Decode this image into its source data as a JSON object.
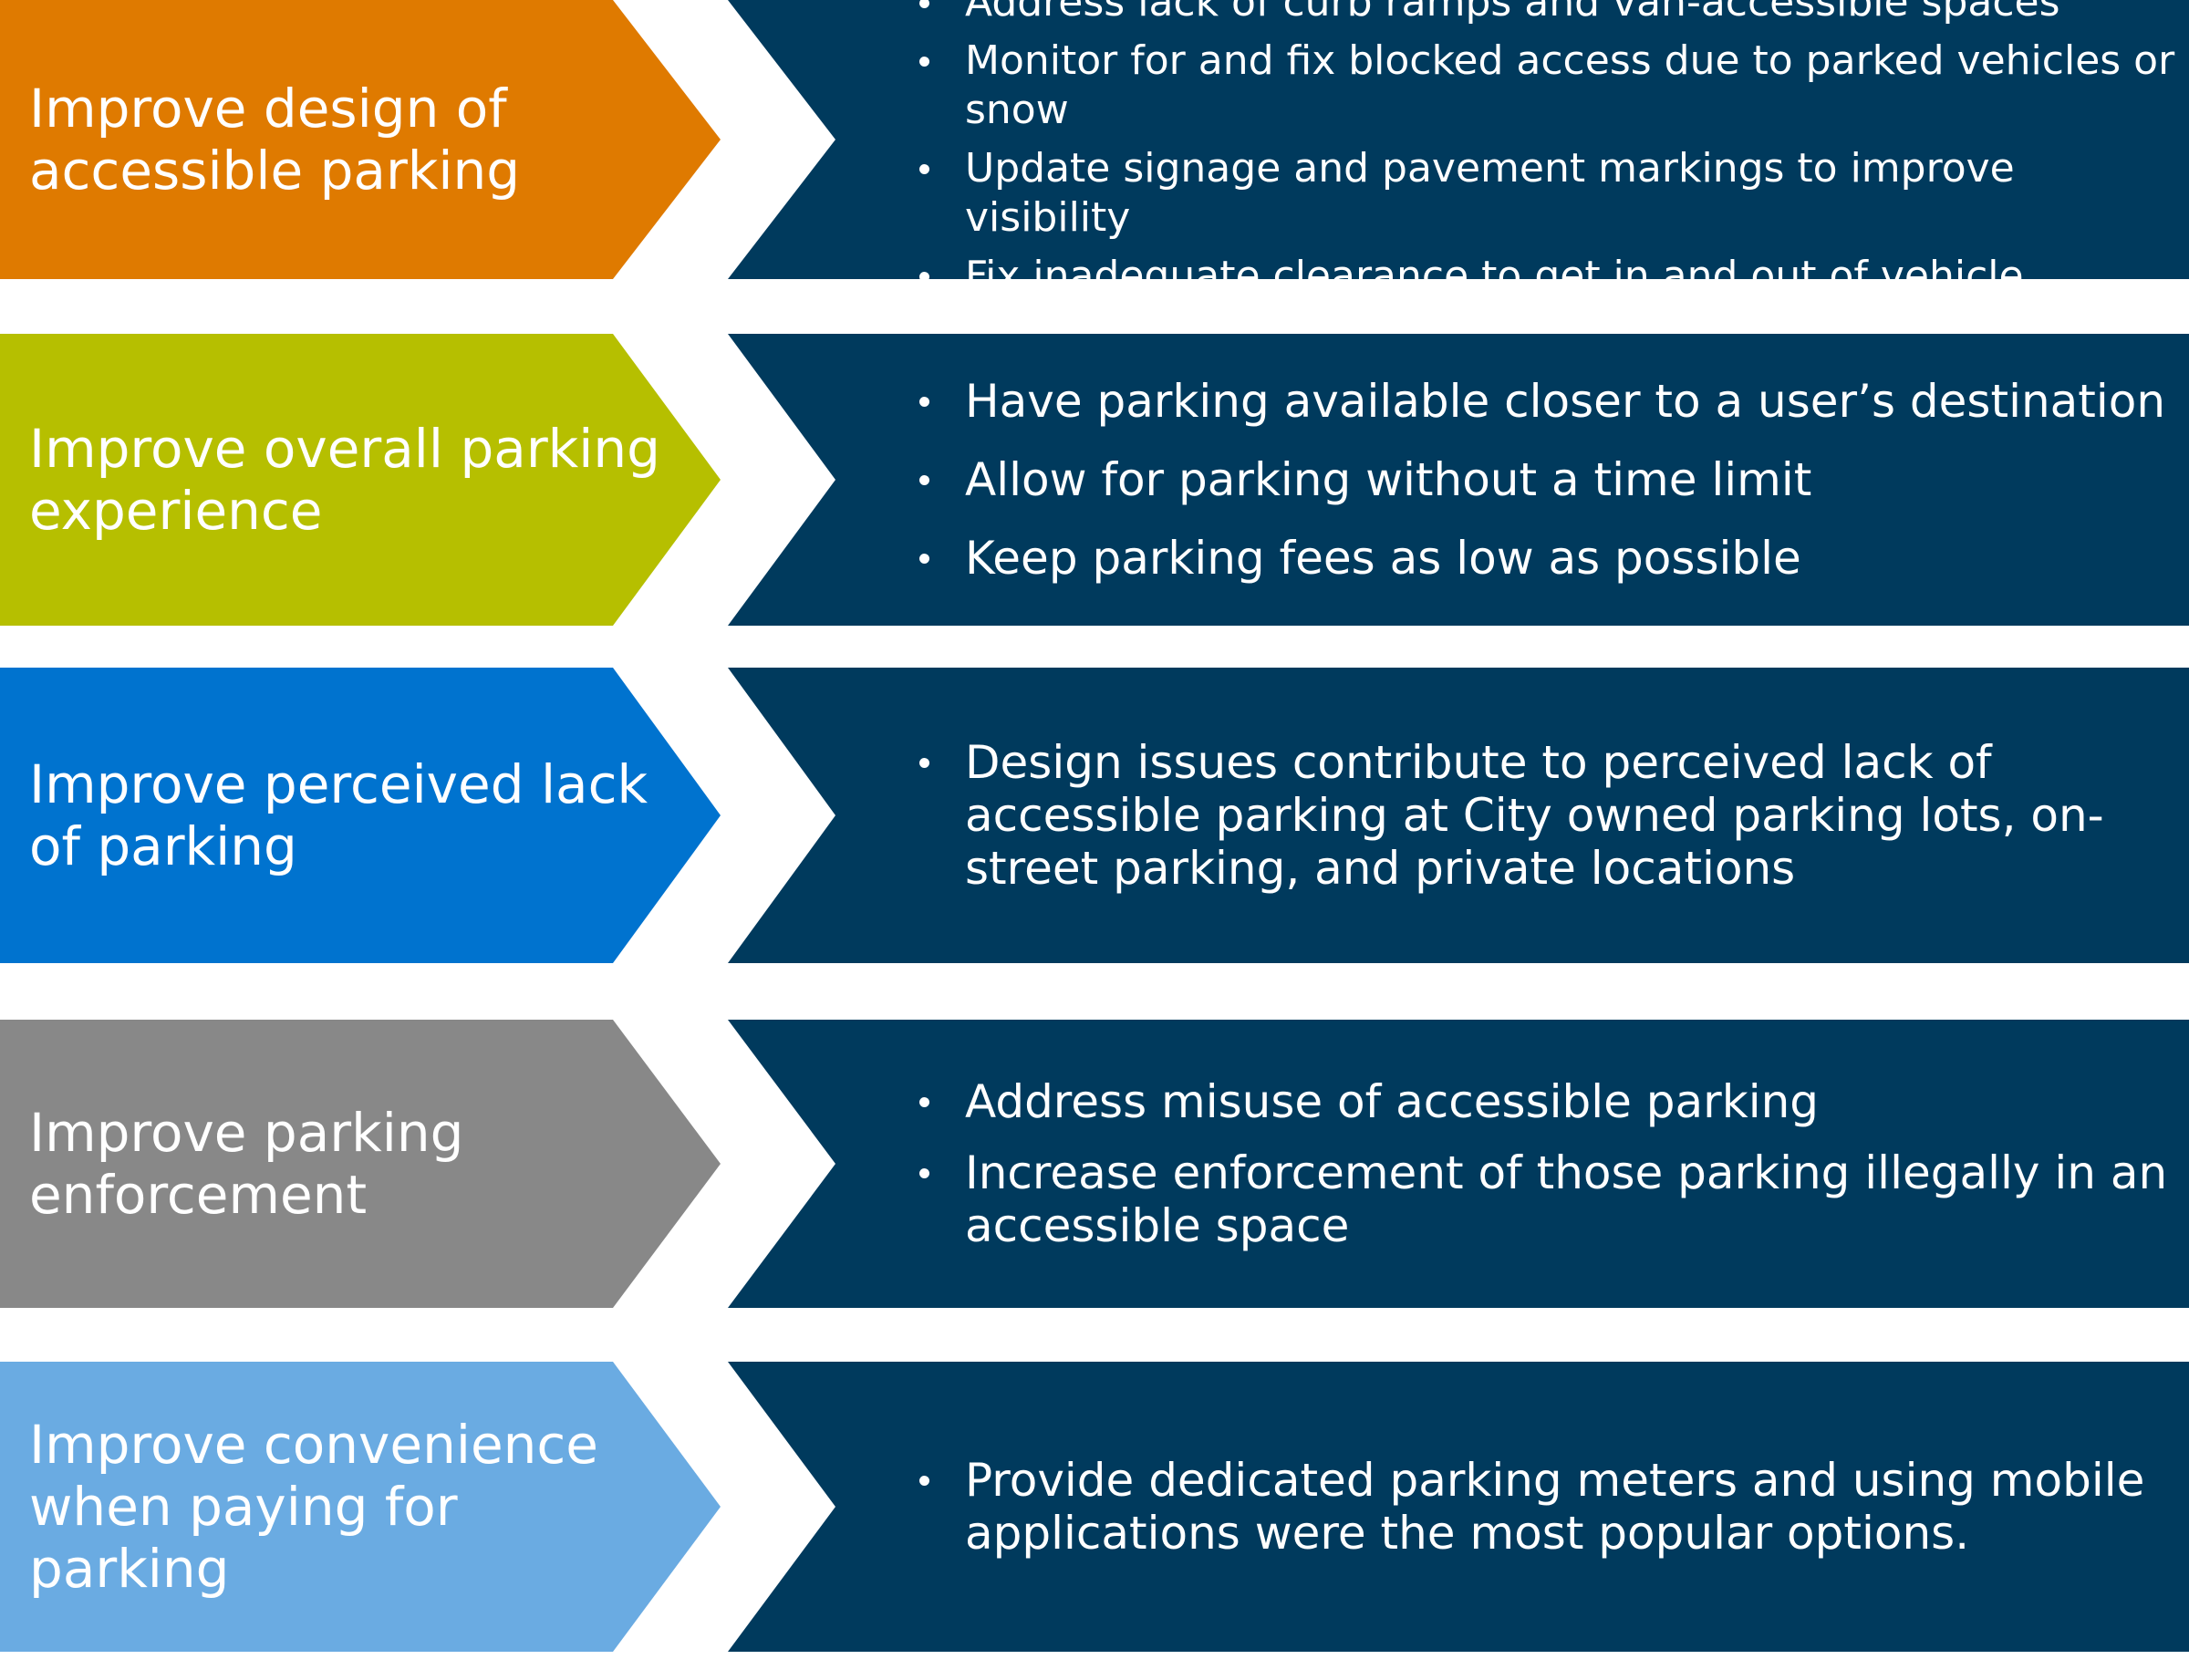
{
  "rows": [
    {
      "title": "Improve design of accessible parking",
      "color": "#df7a00",
      "bullets": [
        "Address lack of curb ramps and van-accessible spaces",
        "Monitor for and fix blocked access due to parked vehicles or snow",
        "Update signage and pavement markings to improve visibility",
        "Fix inadequate clearance to get in and out of vehicle"
      ]
    },
    {
      "title": "Improve overall parking experience",
      "color": "#b6bf00",
      "bullets": [
        "Have parking available closer to a user’s destination",
        "Allow for parking without a time limit",
        "Keep parking fees as low as possible"
      ]
    },
    {
      "title": "Improve perceived lack of parking",
      "color": "#0073cf",
      "bullets": [
        "Design issues contribute to perceived lack of accessible parking at City owned parking lots, on-street parking, and private locations"
      ]
    },
    {
      "title": "Improve parking enforcement",
      "color": "#888888",
      "bullets": [
        "Address misuse of accessible parking",
        "Increase enforcement of those parking illegally in an accessible space"
      ]
    },
    {
      "title": "Improve convenience when paying for parking",
      "color": "#6aabe2",
      "bullets": [
        "Provide dedicated parking meters and using mobile applications were the most popular options."
      ]
    }
  ]
}
